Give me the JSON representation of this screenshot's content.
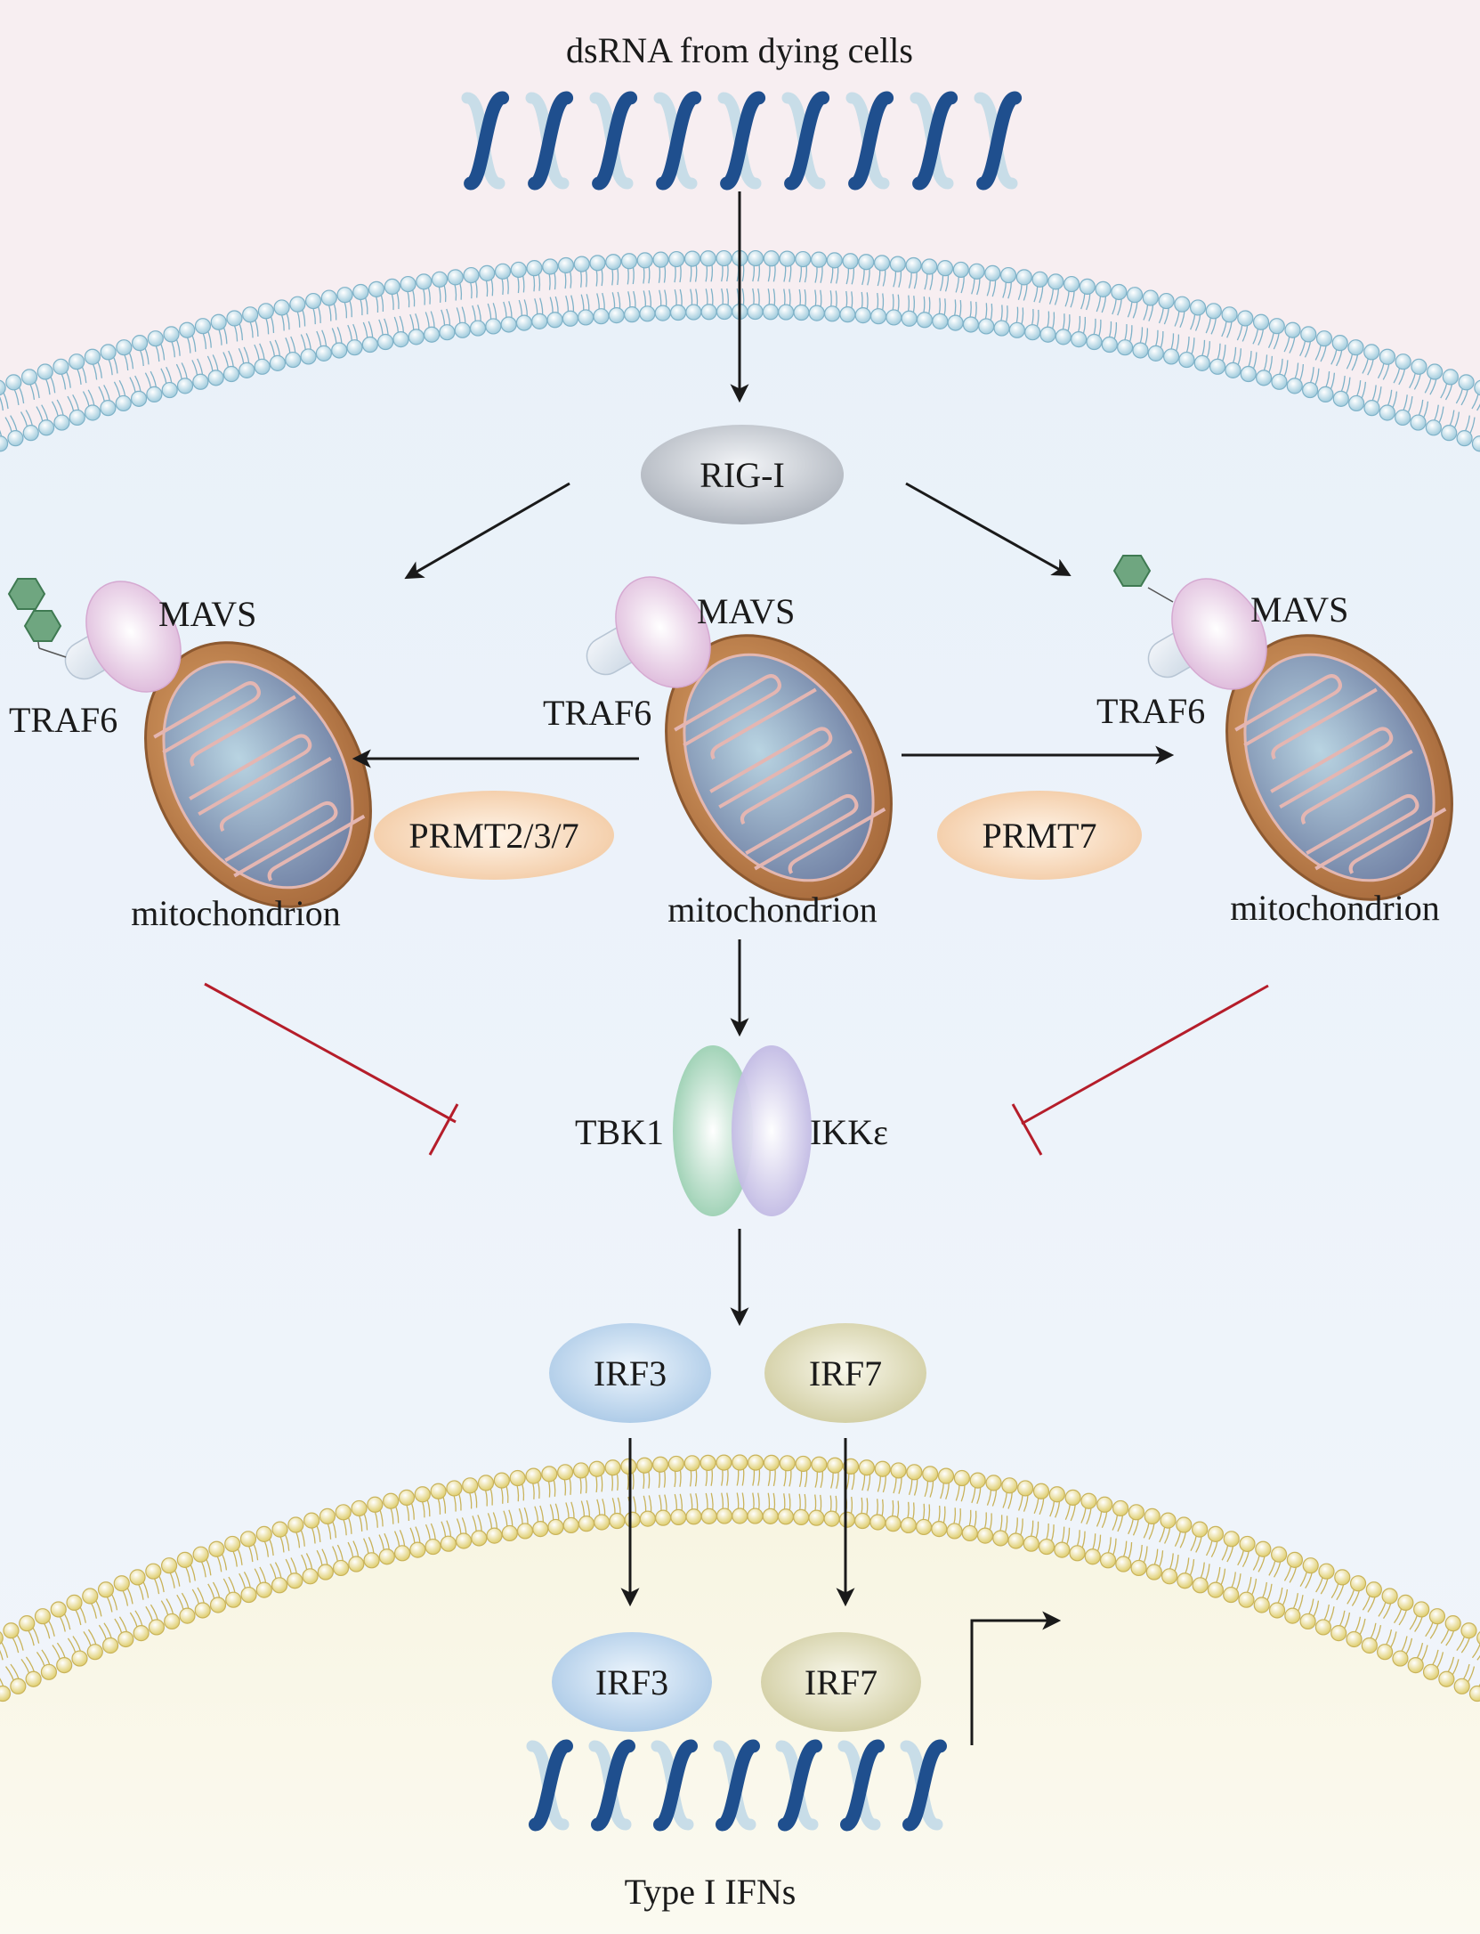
{
  "labels": {
    "top_title": "dsRNA from dying cells",
    "rig_i": "RIG-I",
    "mavs_left": "MAVS",
    "mavs_center": "MAVS",
    "mavs_right": "MAVS",
    "traf6_left": "TRAF6",
    "traf6_center": "TRAF6",
    "traf6_right": "TRAF6",
    "mito_left": "mitochondrion",
    "mito_center": "mitochondrion",
    "mito_right": "mitochondrion",
    "prmt_left": "PRMT2/3/7",
    "prmt_right": "PRMT7",
    "tbk1": "TBK1",
    "ikke": "IKKε",
    "irf3_cyto": "IRF3",
    "irf7_cyto": "IRF7",
    "irf3_nuc": "IRF3",
    "irf7_nuc": "IRF7",
    "bottom_title": "Type I IFNs"
  },
  "colors": {
    "extracellular": "#f7eef1",
    "cytoplasm": "#eef3fa",
    "nucleus": "#faf8ec",
    "membrane_head": "#dbeef6",
    "nuclear_membrane_head": "#f2eab8",
    "dna_dark": "#1f4f8e",
    "dna_light": "#c8dde8",
    "arrow": "#1a1a1a",
    "inhibition": "#b51d2a",
    "rig_i": "#c2c7cf",
    "mavs": "#e6c8e3",
    "traf6": "#d6e0ea",
    "mito_outer": "#c9874e",
    "mito_inner": "#9fbfd3",
    "prmt": "#f7d2ad",
    "tbk1": "#b3dcc6",
    "ikke": "#cbc4e6",
    "irf3": "#c3d9ee",
    "irf7": "#dfdcbc",
    "methyl": "#6fa680"
  }
}
